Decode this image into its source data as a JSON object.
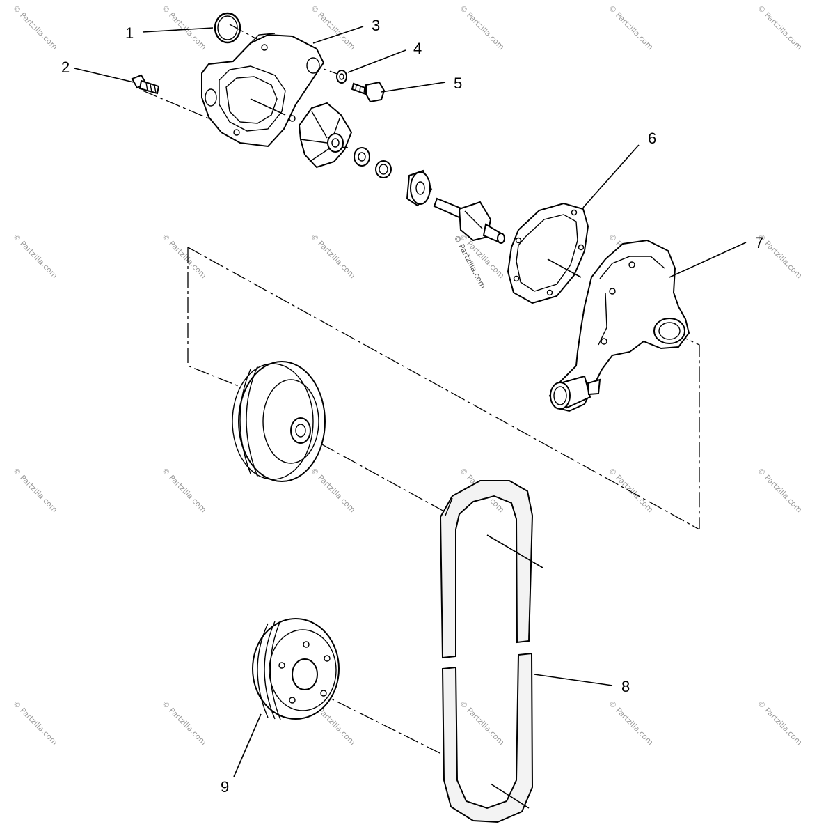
{
  "diagram": {
    "callouts": [
      {
        "id": "1",
        "text": "1"
      },
      {
        "id": "2",
        "text": "2"
      },
      {
        "id": "3",
        "text": "3"
      },
      {
        "id": "4",
        "text": "4"
      },
      {
        "id": "5",
        "text": "5"
      },
      {
        "id": "6",
        "text": "6"
      },
      {
        "id": "7",
        "text": "7"
      },
      {
        "id": "8",
        "text": "8"
      },
      {
        "id": "9",
        "text": "9"
      }
    ],
    "watermark": "© Partzilla.com",
    "center_watermark": "© Partzilla.com"
  },
  "colors": {
    "line": "#000000",
    "background": "#ffffff",
    "watermark": "#9a9a9a"
  }
}
